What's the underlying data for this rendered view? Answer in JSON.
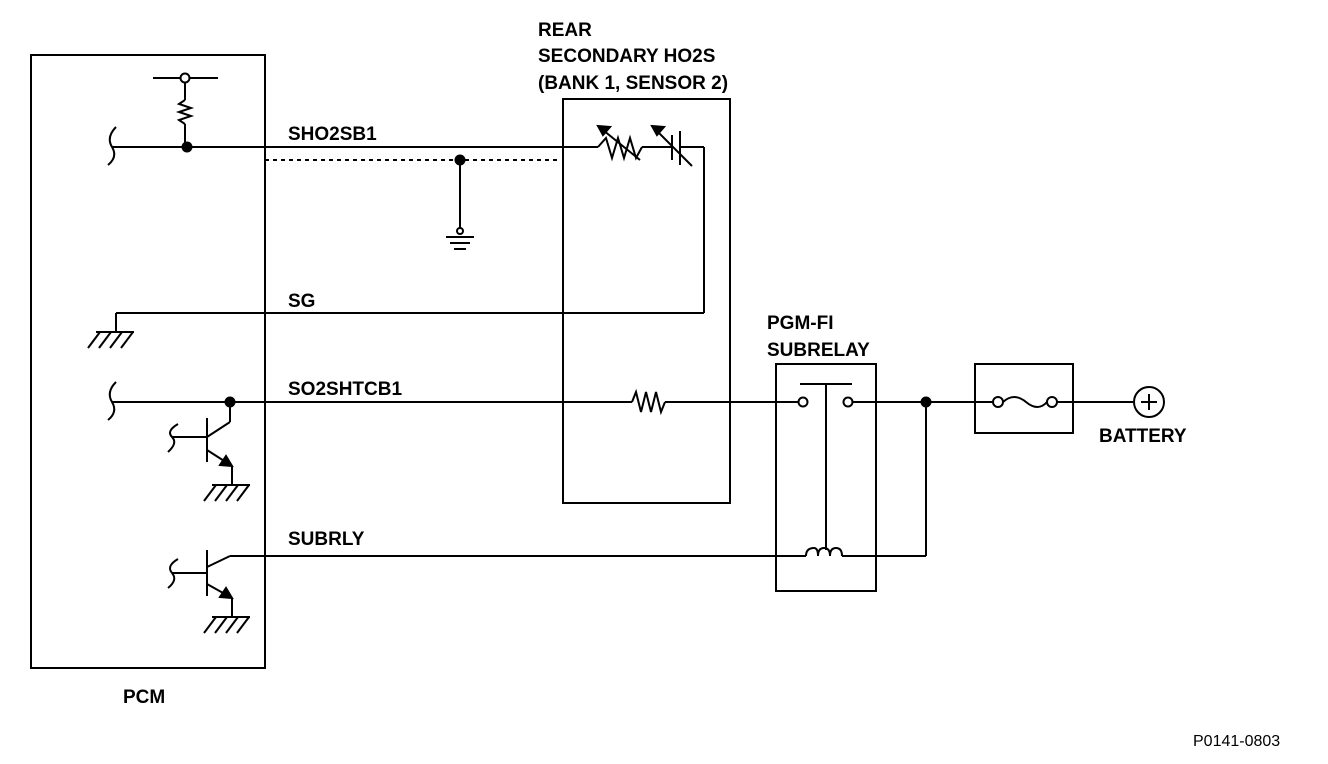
{
  "labels": {
    "pcm": "PCM",
    "sensor_title_1": "REAR",
    "sensor_title_2": "SECONDARY HO2S",
    "sensor_title_3": "(BANK 1, SENSOR 2)",
    "wire_sho2sb1": "SHO2SB1",
    "wire_sg": "SG",
    "wire_so2shtcb1": "SO2SHTCB1",
    "wire_subrly": "SUBRLY",
    "relay_title_1": "PGM-FI",
    "relay_title_2": "SUBRELAY",
    "battery": "BATTERY",
    "diagram_code": "P0141-0803"
  }
}
